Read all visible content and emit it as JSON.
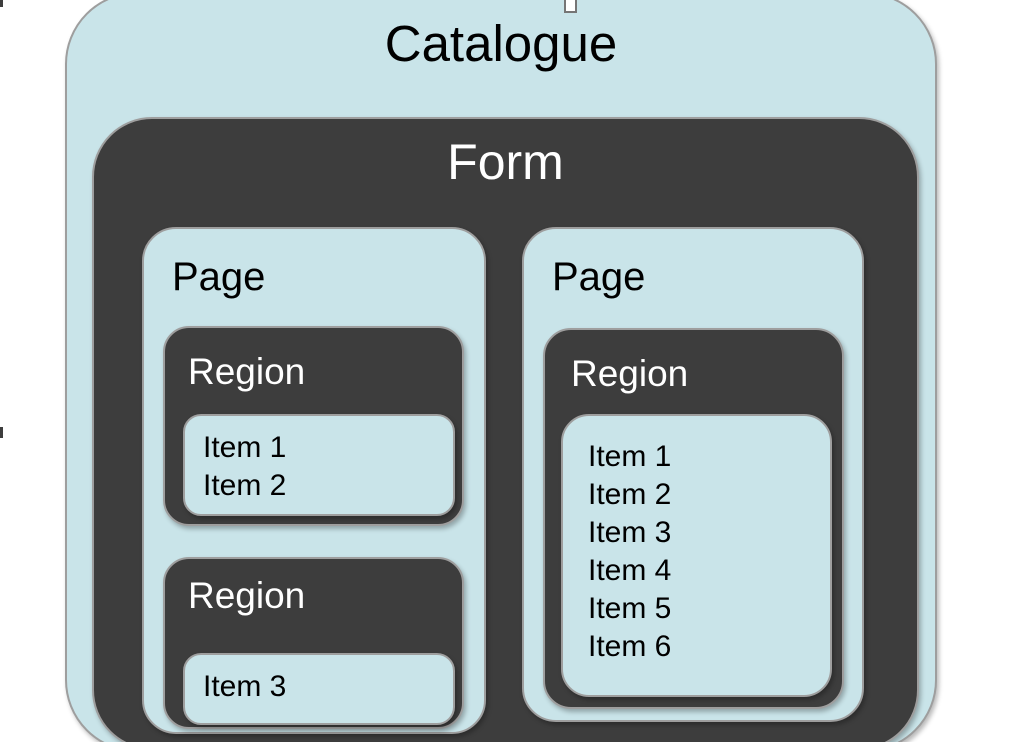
{
  "diagram": {
    "catalogue_label": "Catalogue",
    "form_label": "Form",
    "pages": [
      {
        "label": "Page",
        "regions": [
          {
            "label": "Region",
            "items": [
              "Item 1",
              "Item 2"
            ]
          },
          {
            "label": "Region",
            "items": [
              "Item 3"
            ]
          }
        ]
      },
      {
        "label": "Page",
        "regions": [
          {
            "label": "Region",
            "items": [
              "Item 1",
              "Item 2",
              "Item 3",
              "Item 4",
              "Item 5",
              "Item 6"
            ]
          }
        ]
      }
    ]
  },
  "colors": {
    "canvas": "#ffffff",
    "light": "#c9e4e9",
    "dark": "#3d3d3d",
    "border": "#9e9e9e",
    "text_on_light": "#000000",
    "text_on_dark": "#ffffff",
    "handle_fill": "#ffffff",
    "handle_border": "#757575"
  }
}
